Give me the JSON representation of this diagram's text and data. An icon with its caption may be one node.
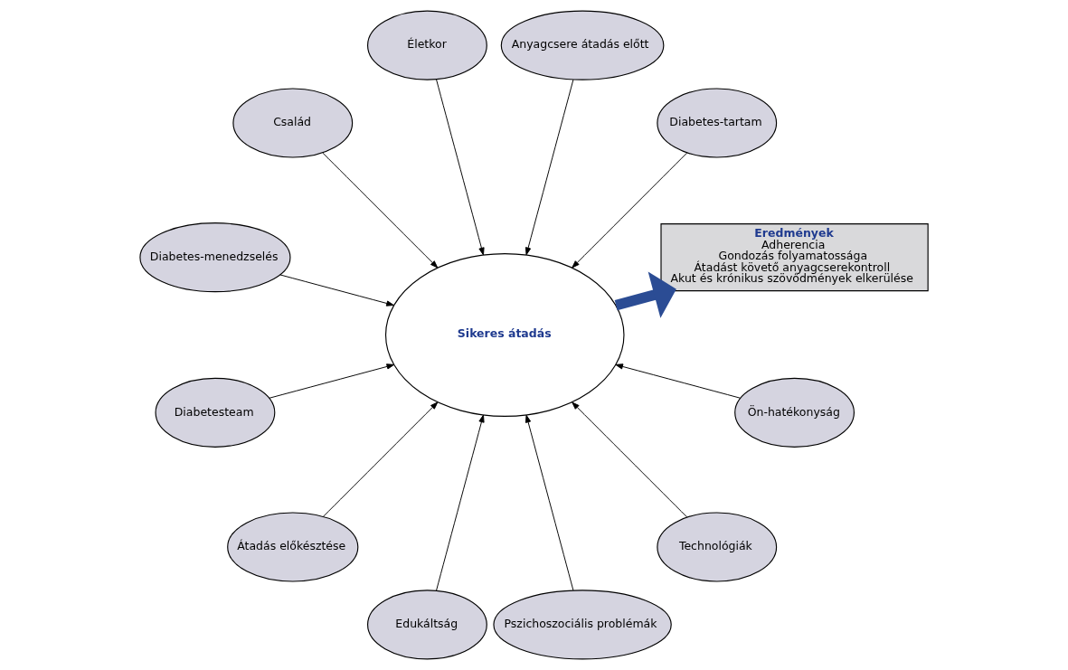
{
  "diagram": {
    "nodes": [
      {
        "text": [
          "Diabetes-tartam"
        ]
      },
      {
        "text": [
          "Anyagcsere átadás előtt"
        ]
      },
      {
        "text": [
          "Életkor"
        ]
      },
      {
        "text": [
          "Család"
        ]
      },
      {
        "text": [
          "Diabetes-menedzselés"
        ]
      },
      {
        "text": [
          "Sikeres átadás"
        ]
      },
      {
        "text": [
          "Eredmények",
          "Adherencia",
          "Gondozás folyamatossága",
          "Átadást követő anyagcserekontroll",
          "Akut és krónikus szövődmények elkerülése"
        ]
      },
      {
        "text": [
          "Diabetesteam"
        ]
      },
      {
        "text": [
          "Átadás előkésztése"
        ]
      },
      {
        "text": [
          "Edukáltság"
        ]
      },
      {
        "text": [
          "Pszichoszociális problémák"
        ]
      },
      {
        "text": [
          "Technológiák"
        ]
      },
      {
        "text": [
          "Ön-hatékonyság"
        ]
      }
    ],
    "edges": [
      {
        "from": 0,
        "to": 5,
        "arrow": "to"
      },
      {
        "from": 1,
        "to": 5,
        "arrow": "to"
      },
      {
        "from": 3,
        "to": 5,
        "arrow": "to"
      },
      {
        "from": 9,
        "to": 5,
        "arrow": "to"
      },
      {
        "from": 11,
        "to": 5,
        "arrow": "to"
      },
      {
        "from": 12,
        "to": 5,
        "arrow": "to"
      },
      {
        "from": 10,
        "to": 5,
        "arrow": "to"
      },
      {
        "from": 8,
        "to": 5,
        "arrow": "to"
      },
      {
        "from": 7,
        "to": 5,
        "arrow": "to"
      },
      {
        "from": 4,
        "to": 5,
        "arrow": "to"
      },
      {
        "from": 2,
        "to": 5,
        "arrow": "to"
      },
      {
        "from": 5,
        "to": 6,
        "arrow": "to",
        "style": "thick",
        "color": "#2b4c94"
      }
    ]
  }
}
